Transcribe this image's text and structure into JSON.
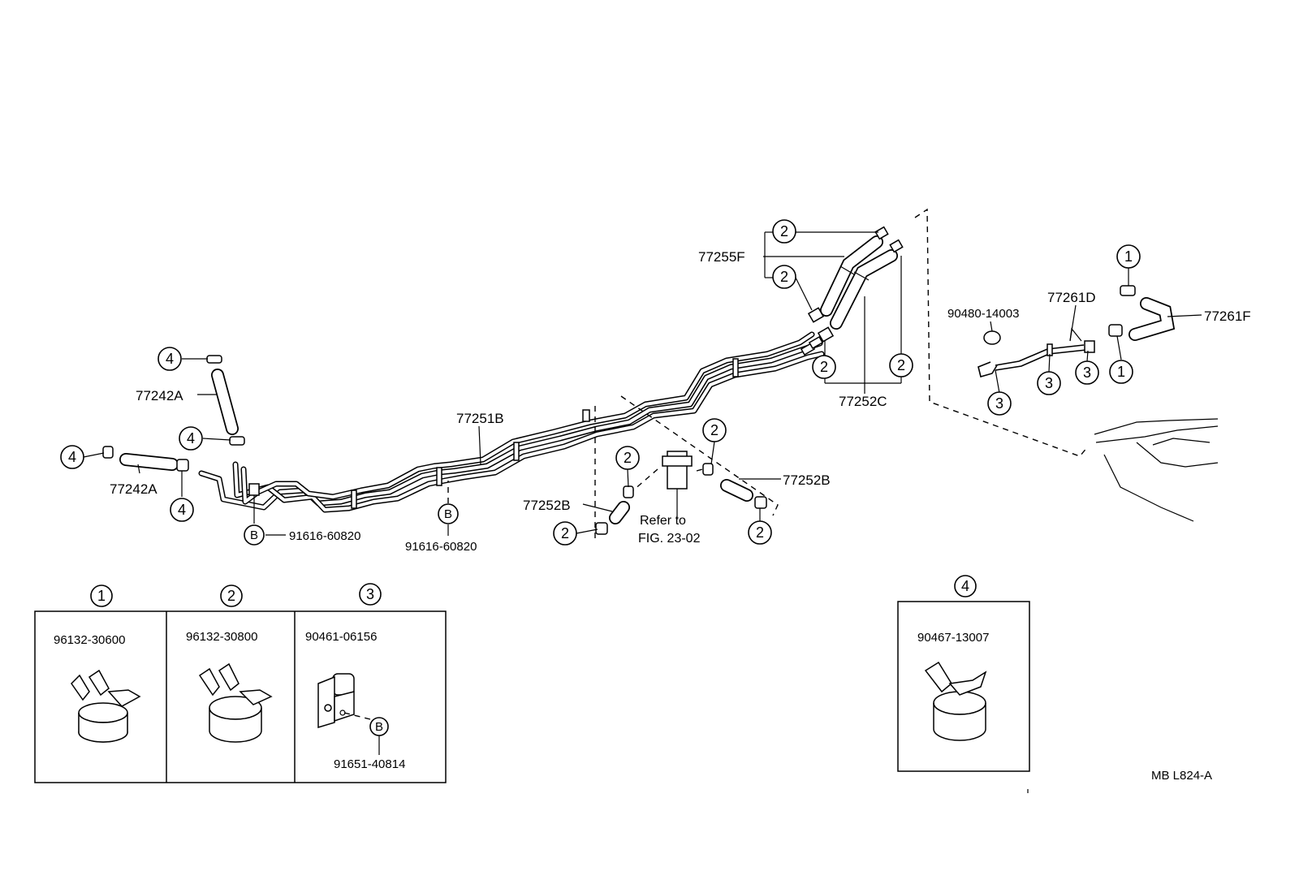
{
  "callouts": {
    "c1": "1",
    "c2": "2",
    "c3": "3",
    "c4": "4",
    "b": "B"
  },
  "labels": {
    "p77242A": "77242A",
    "p77251B": "77251B",
    "p77252B": "77252B",
    "p77255F": "77255F",
    "p77252C": "77252C",
    "p77261D": "77261D",
    "p77261F": "77261F",
    "p90480": "90480-14003",
    "p91616": "91616-60820",
    "refer_line1": "Refer to",
    "refer_line2": "FIG. 23-02"
  },
  "legend": {
    "box1": {
      "number": "1",
      "part": "96132-30600"
    },
    "box2": {
      "number": "2",
      "part": "96132-30800"
    },
    "box3": {
      "number": "3",
      "part": "90461-06156",
      "bolt_part": "91651-40814",
      "bolt_mark": "B"
    },
    "box4": {
      "number": "4",
      "part": "90467-13007"
    }
  },
  "footer": {
    "code": "MB   L824-A"
  }
}
